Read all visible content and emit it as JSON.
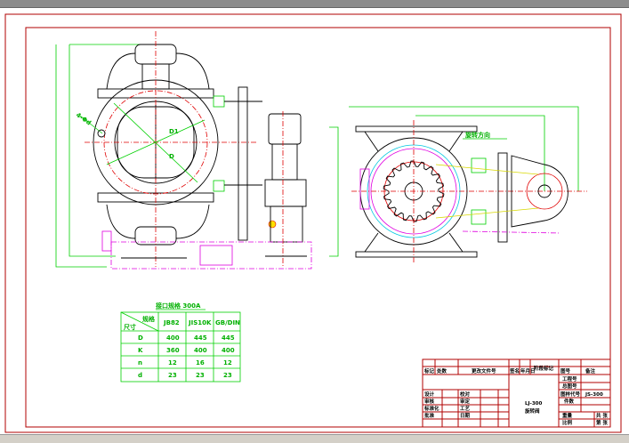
{
  "drawing": {
    "colors": {
      "border": "#b00000",
      "dimension": "#00d000",
      "centerline": "#e00000",
      "outline": "#000000",
      "hidden": "#e000e0"
    },
    "front_view": {
      "labels": {
        "bolt_holes": "4-Φd",
        "inner_dia": "D1",
        "outer_dia": "D"
      }
    },
    "side_view": {
      "labels": {
        "rotation": "旋转方向"
      }
    },
    "flange_table": {
      "title": "接口规格 300A",
      "corner_top": "规格",
      "corner_bottom": "尺寸",
      "columns": [
        "JB82",
        "JIS10K",
        "GB/DIN"
      ],
      "rows": [
        {
          "label": "D",
          "values": [
            "400",
            "445",
            "445"
          ]
        },
        {
          "label": "K",
          "values": [
            "360",
            "400",
            "400"
          ]
        },
        {
          "label": "n",
          "values": [
            "12",
            "16",
            "12"
          ]
        },
        {
          "label": "d",
          "values": [
            "23",
            "23",
            "23"
          ]
        }
      ]
    },
    "title_block": {
      "header": [
        "标记",
        "处数",
        "更改文件号",
        "签名",
        "年月日",
        "阶段标记",
        "重量",
        "比例",
        "图号",
        "备注"
      ],
      "left_labels": [
        "设计",
        "审核",
        "标准化",
        "批准"
      ],
      "mid_labels": [
        "校对",
        "审定",
        "工艺",
        "日期"
      ],
      "right_labels": [
        "工程号",
        "总图号",
        "图样代号",
        "件数",
        "共 张",
        "第 张"
      ],
      "drawing_name": [
        "LJ-300",
        "旋转阀"
      ],
      "code_value": "JS-300"
    }
  }
}
